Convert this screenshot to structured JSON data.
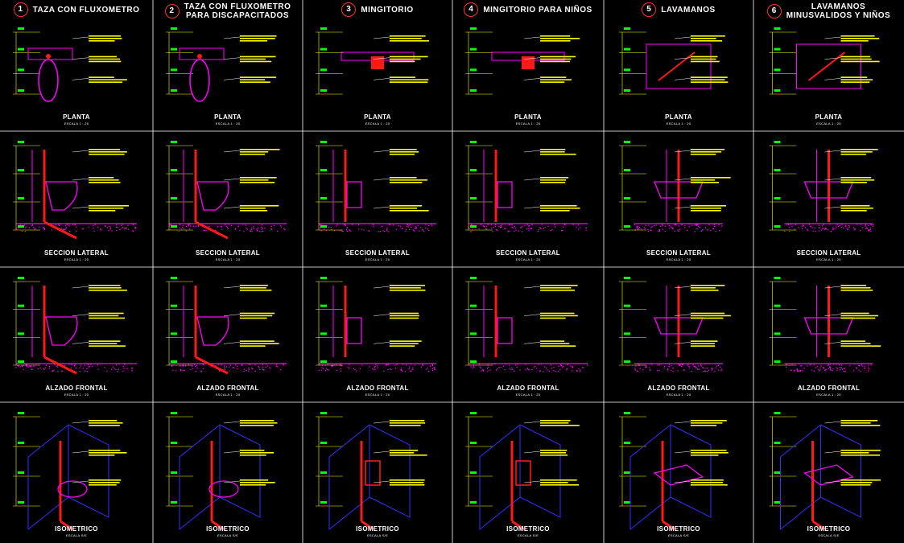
{
  "colors": {
    "background": "#000000",
    "grid": "#ffffff",
    "magenta": "#ff00ff",
    "red": "#ff1a1a",
    "yellow": "#ffff00",
    "blue": "#3030ff",
    "green": "#00ff00",
    "cyan": "#00ffff",
    "white": "#ffffff"
  },
  "columns": [
    {
      "num": "1",
      "title": [
        "TAZA CON FLUXOMETRO"
      ]
    },
    {
      "num": "2",
      "title": [
        "TAZA CON FLUXOMETRO",
        "PARA DISCAPACITADOS"
      ]
    },
    {
      "num": "3",
      "title": [
        "MINGITORIO"
      ]
    },
    {
      "num": "4",
      "title": [
        "MINGITORIO PARA NIÑOS"
      ]
    },
    {
      "num": "5",
      "title": [
        "LAVAMANOS"
      ]
    },
    {
      "num": "6",
      "title": [
        "LAVAMANOS",
        "MINUSVALIDOS Y NIÑOS"
      ]
    }
  ],
  "rows": [
    {
      "key": "planta",
      "label": "PLANTA",
      "scale": "ESCALA 1 : 20"
    },
    {
      "key": "seccion",
      "label": "SECCION LATERAL",
      "scale": "ESCALA 1 : 20"
    },
    {
      "key": "alzado",
      "label": "ALZADO FRONTAL",
      "scale": "ESCALA 1 : 20"
    },
    {
      "key": "isometrico",
      "label": "ISOMETRICO",
      "scale": "ESCALA S/E"
    }
  ],
  "labels": {
    "c1r2": "SECCION LATERAL",
    "c3r2": "SECCION LATERAL"
  }
}
